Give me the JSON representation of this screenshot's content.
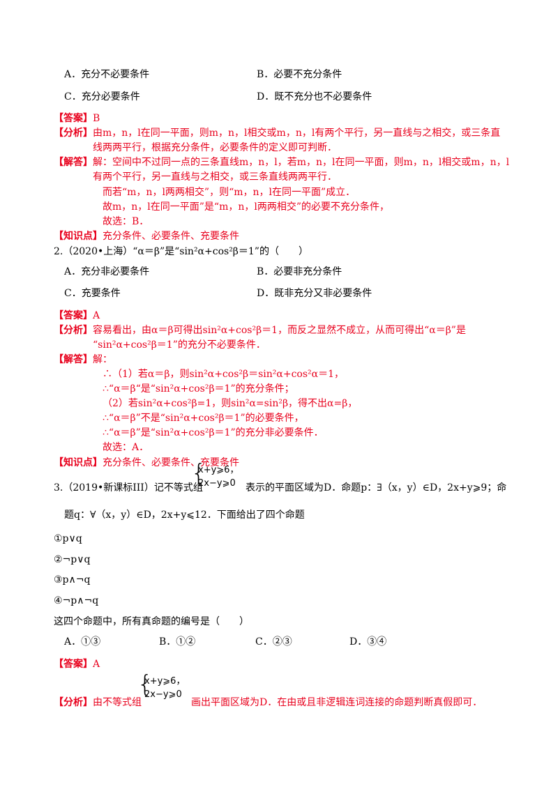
{
  "q1": {
    "optA": "A．充分不必要条件",
    "optB": "B．必要不充分条件",
    "optC": "C．充分必要条件",
    "optD": "D．既不充分也不必要条件",
    "answer_tag": "【答案】",
    "answer": "B",
    "analysis_tag": "【分析】",
    "analysis_l1": "由m，n，l在同一平面，则m，n，l相交或m，n，l有两个平行，另一直线与之相交，或三条直",
    "analysis_l2": "线两两平行，根据充分条件，必要条件的定义即可判断．",
    "solution_tag": "【解答】",
    "solution_l1": "解：空间中不过同一点的三条直线m，n，l，若m，n，l在同一平面，则m，n，l相交或m，n，l",
    "solution_l2": "有两个平行，另一直线与之相交，或三条直线两两平行．",
    "solution_l3": "而若“m，n，l两两相交”，则“m，n，l在同一平面”成立．",
    "solution_l4": "故m，n，l在同一平面”是“m，n，l两两相交”的必要不充分条件，",
    "solution_l5": "故选：B．",
    "knowledge_tag": "【知识点】",
    "knowledge": "充分条件、必要条件、充要条件"
  },
  "q2": {
    "stem": "2.（2020•上海）“α＝β”是“sin²α+cos²β＝1”的（　　）",
    "optA": "A．充分非必要条件",
    "optB": "B．必要非充分条件",
    "optC": "C．充要条件",
    "optD": "D．既非充分又非必要条件",
    "answer_tag": "【答案】",
    "answer": "A",
    "analysis_tag": "【分析】",
    "analysis_l1": "容易看出，由α＝β可得出sin²α+cos²β＝1，而反之显然不成立，从而可得出“α＝β”是",
    "analysis_l2": "“sin²α+cos²β＝1”的充分不必要条件．",
    "solution_tag": "【解答】",
    "solution_l1": "解：",
    "solution_l2": "∴（1）若α＝β，则sin²α+cos²β＝sin²α+cos²α＝1，",
    "solution_l3": "∴“α＝β“是“sin²α+cos²β＝1”的充分条件；",
    "solution_l4": "（2）若sin²α+cos²β=1，则sin²α=sin²β，得不出α=β，",
    "solution_l5": "∴“α＝β”不是“sin²α+cos²β＝1”的必要条件，",
    "solution_l6": "∴“α＝β”是“sin²α+cos²β＝1”的充分非必要条件．",
    "solution_l7": "故选：A．",
    "knowledge_tag": "【知识点】",
    "knowledge": "充分条件、必要条件、充要条件"
  },
  "q3": {
    "stem_pre": "3.（2019•新课标III）记不等式组",
    "ineq1": "x+y⩾6，",
    "ineq2": "2x−y⩾0",
    "stem_post": "表示的平面区域为D．命题p：∃（x，y）∈D，2x+y⩾9；命",
    "stem_l2": "题q：∀（x，y）∈D，2x+y⩽12．下面给出了四个命题",
    "prop1": "①p∨q",
    "prop2": "②¬p∨q",
    "prop3": "③p∧¬q",
    "prop4": "④¬p∧¬q",
    "question": "这四个命题中，所有真命题的编号是（　　）",
    "optA": "A．①③",
    "optB": "B．①②",
    "optC": "C．②③",
    "optD": "D．③④",
    "answer_tag": "【答案】",
    "answer": "A",
    "analysis_tag": "【分析】",
    "analysis_pre": "由不等式组",
    "analysis_post": "画出平面区域为D．在由或且非逻辑连词连接的命题判断真假即可．"
  }
}
